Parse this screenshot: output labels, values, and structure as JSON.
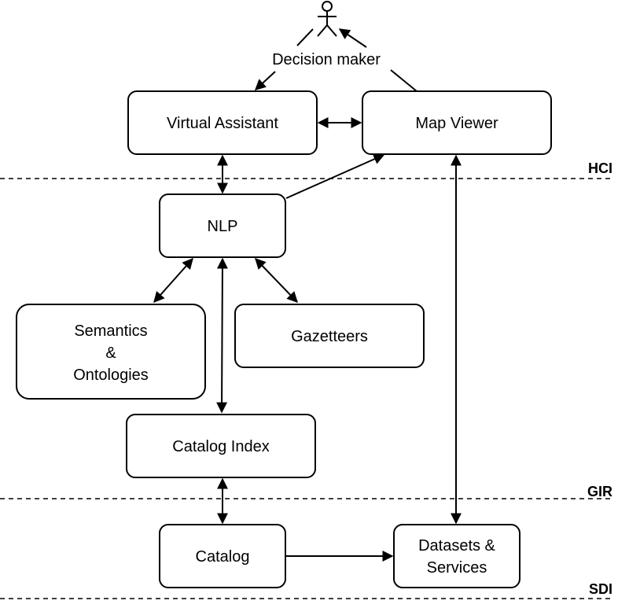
{
  "actor": {
    "label": "Decision maker",
    "icon": "person-icon"
  },
  "nodes": {
    "virtual_assistant": "Virtual Assistant",
    "map_viewer": "Map Viewer",
    "nlp": "NLP",
    "semantics": [
      "Semantics",
      "&",
      "Ontologies"
    ],
    "gazetteers": "Gazetteers",
    "catalog_index": "Catalog Index",
    "catalog": "Catalog",
    "datasets": [
      "Datasets &",
      "Services"
    ]
  },
  "layers": {
    "hci": "HCI",
    "gir": "GIR",
    "sdi": "SDI"
  },
  "colors": {
    "stroke": "#000000",
    "background": "#ffffff"
  }
}
